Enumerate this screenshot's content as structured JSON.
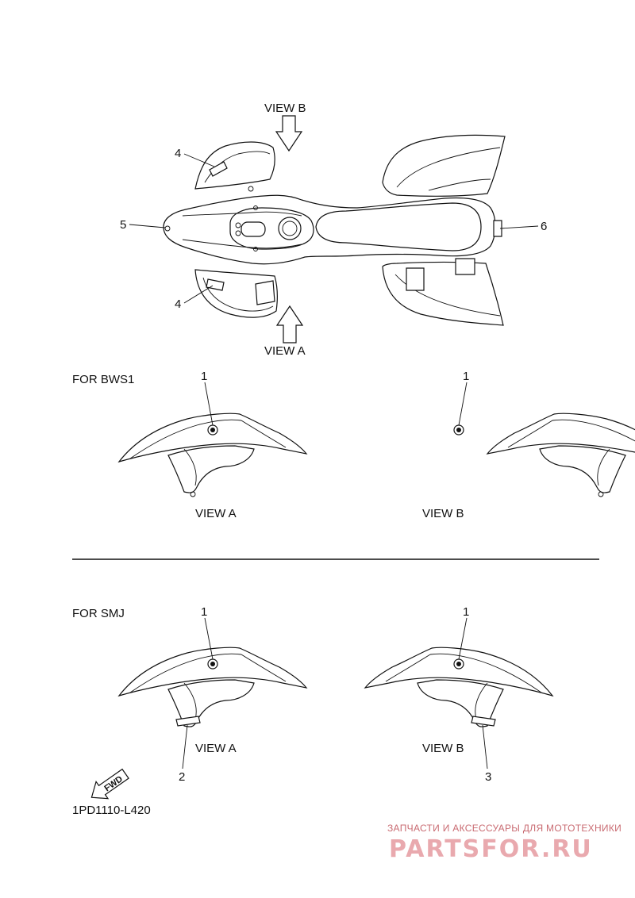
{
  "views": {
    "top_view_b": "VIEW B",
    "top_view_a": "VIEW A",
    "bws1_view_a": "VIEW A",
    "bws1_view_b": "VIEW B",
    "smj_view_a": "VIEW A",
    "smj_view_b": "VIEW B"
  },
  "sections": {
    "bws1": "FOR BWS1",
    "smj": "FOR SMJ"
  },
  "callouts": {
    "c4_top": "4",
    "c4_bottom": "4",
    "c5": "5",
    "c6": "6",
    "bws1_a_1": "1",
    "bws1_b_1": "1",
    "smj_a_1": "1",
    "smj_b_1": "1",
    "smj_a_2": "2",
    "smj_b_3": "3"
  },
  "fwd_label": "FWD",
  "diagram_code": "1PD1110-L420",
  "watermark": {
    "line1": "ЗАПЧАСТИ И АКСЕССУАРЫ ДЛЯ МОТОТЕХНИКИ",
    "line2": "PARTSFOR.RU"
  }
}
